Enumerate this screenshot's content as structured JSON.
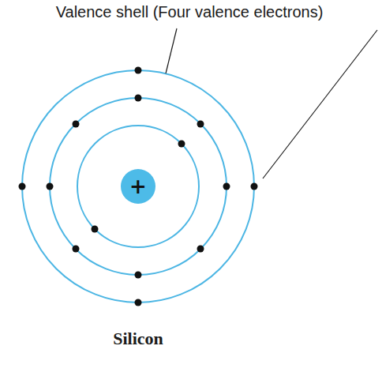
{
  "diagram": {
    "nodes": [
      {
        "text": [
          "+"
        ]
      }
    ],
    "labels": [
      "Valence shell (Four valence electrons)",
      "Silicon"
    ]
  }
}
